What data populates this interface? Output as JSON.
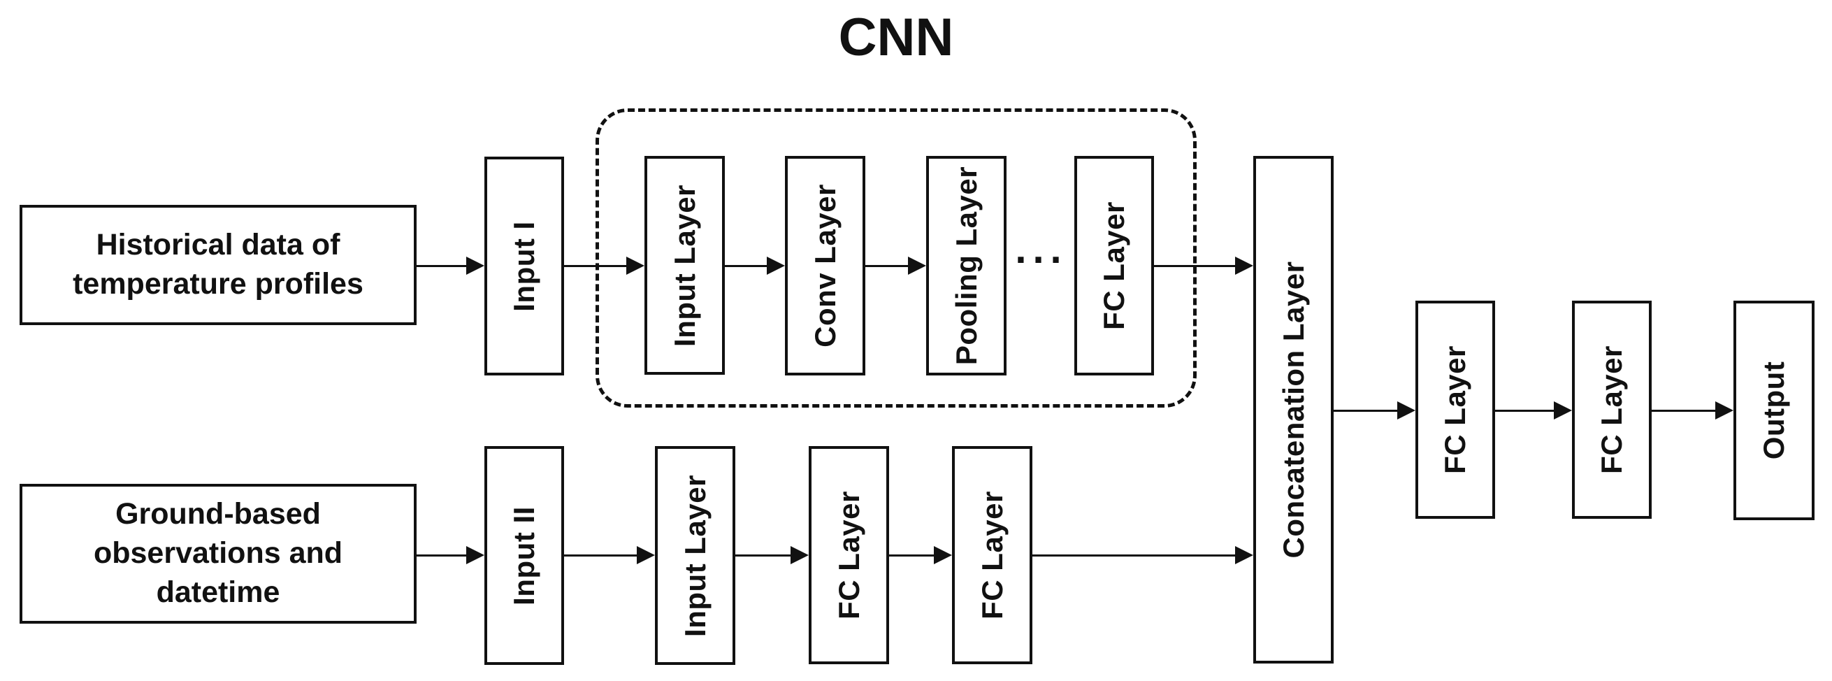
{
  "figure": {
    "title": "CNN",
    "ellipsis": "...",
    "colors": {
      "ink": "#111111",
      "background": "#ffffff"
    }
  },
  "nodes": {
    "hist_source": {
      "lines": [
        "Historical data of",
        "temperature profiles"
      ]
    },
    "ground_source": {
      "lines": [
        "Ground-based",
        "observations and",
        "datetime"
      ]
    },
    "input1": {
      "label": "Input I"
    },
    "input2": {
      "label": "Input II"
    },
    "cnn_input_layer": {
      "label": "Input Layer"
    },
    "cnn_conv_layer": {
      "label": "Conv Layer"
    },
    "cnn_pooling_layer": {
      "label": "Pooling Layer"
    },
    "cnn_fc_layer": {
      "label": "FC Layer"
    },
    "branch2_input_layer": {
      "label": "Input Layer"
    },
    "branch2_fc_layer_1": {
      "label": "FC Layer"
    },
    "branch2_fc_layer_2": {
      "label": "FC Layer"
    },
    "concatenation_layer": {
      "label": "Concatenation Layer"
    },
    "head_fc_layer_1": {
      "label": "FC Layer"
    },
    "head_fc_layer_2": {
      "label": "FC Layer"
    },
    "output": {
      "label": "Output"
    }
  }
}
